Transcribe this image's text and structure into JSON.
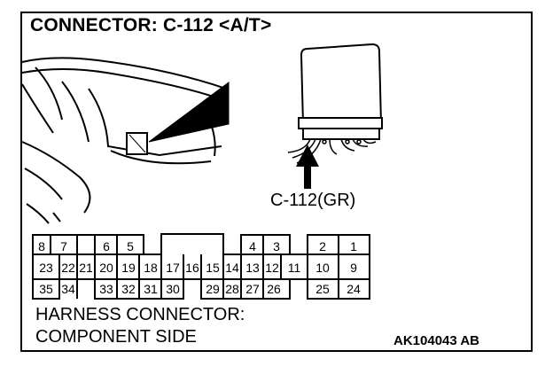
{
  "title": "CONNECTOR: C-112 <A/T>",
  "connector_label": "C-112(GR)",
  "caption_line1": "HARNESS CONNECTOR:",
  "caption_line2": "COMPONENT SIDE",
  "reference_code": "AK104043 AB",
  "pins": {
    "row1": [
      "8",
      "7",
      "6",
      "5",
      "4",
      "3",
      "2",
      "1"
    ],
    "row2": [
      "23",
      "22",
      "21",
      "20",
      "19",
      "18",
      "17",
      "16",
      "15",
      "14",
      "13",
      "12",
      "11",
      "10",
      "9"
    ],
    "row3": [
      "35",
      "34",
      "33",
      "32",
      "31",
      "30",
      "29",
      "28",
      "27",
      "26",
      "25",
      "24"
    ]
  }
}
